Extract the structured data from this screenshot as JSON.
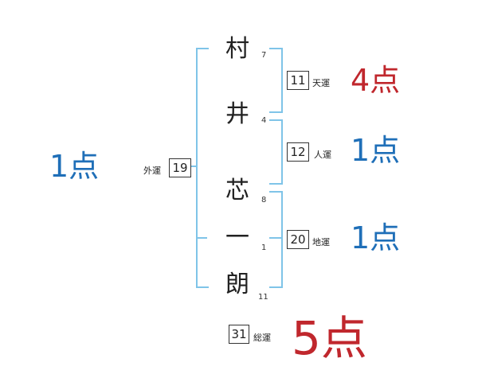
{
  "name": {
    "characters": [
      {
        "char": "村",
        "strokes": "7"
      },
      {
        "char": "井",
        "strokes": "4"
      },
      {
        "char": "芯",
        "strokes": "8"
      },
      {
        "char": "一",
        "strokes": "1"
      },
      {
        "char": "朗",
        "strokes": "11"
      }
    ]
  },
  "fortunes": {
    "heaven": {
      "value": "11",
      "label": "天運",
      "score": "4点",
      "color": "#c0272d"
    },
    "person": {
      "value": "12",
      "label": "人運",
      "score": "1点",
      "color": "#1f6fb8"
    },
    "earth": {
      "value": "20",
      "label": "地運",
      "score": "1点",
      "color": "#1f6fb8"
    },
    "outer": {
      "value": "19",
      "label": "外運",
      "score": "1点",
      "color": "#1f6fb8"
    },
    "total": {
      "value": "31",
      "label": "総運",
      "score": "5点",
      "color": "#c0272d"
    }
  },
  "colors": {
    "bracket": "#7fc4e8",
    "score_blue": "#1f6fb8",
    "score_red": "#c0272d"
  }
}
